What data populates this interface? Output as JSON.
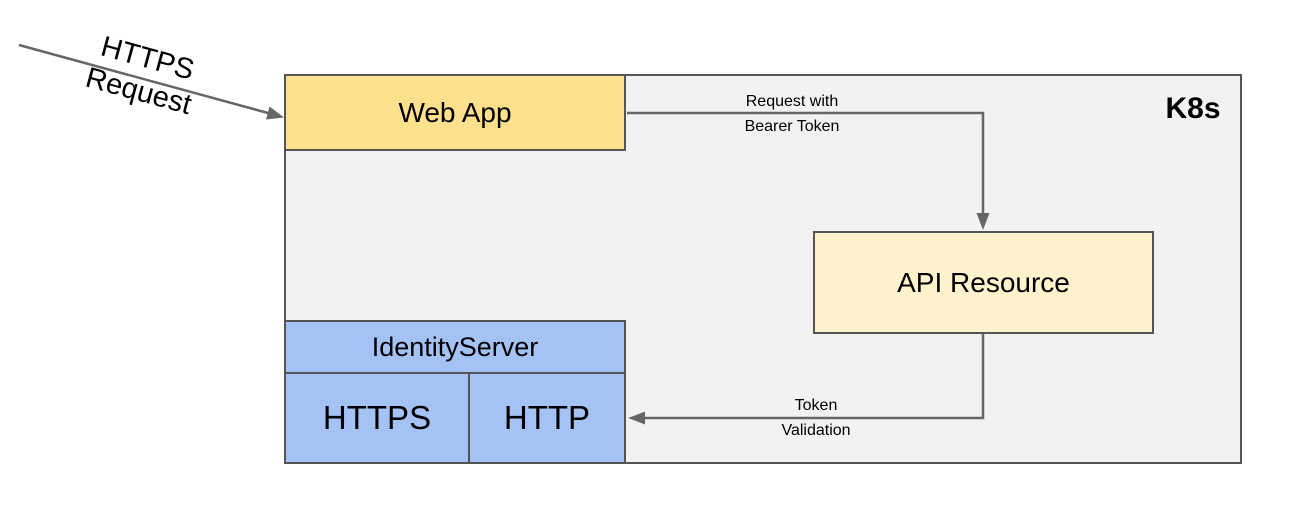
{
  "diagram": {
    "container": {
      "label": "K8s"
    },
    "nodes": {
      "web_app": {
        "label": "Web App"
      },
      "api_resource": {
        "label": "API Resource"
      },
      "identity_server": {
        "label": "IdentityServer"
      },
      "https_endpoint": {
        "label": "HTTPS"
      },
      "http_endpoint": {
        "label": "HTTP"
      }
    },
    "edges": {
      "https_request": {
        "from": "external",
        "to": "web_app",
        "label_line1": "HTTPS",
        "label_line2": "Request"
      },
      "bearer_token": {
        "from": "web_app",
        "to": "api_resource",
        "label_line1": "Request with",
        "label_line2": "Bearer Token"
      },
      "token_validation": {
        "from": "api_resource",
        "to": "http_endpoint",
        "label_line1": "Token",
        "label_line2": "Validation"
      }
    },
    "colors": {
      "web_app_fill": "#FFE08C",
      "api_fill": "#FFF2CC",
      "identity_fill": "#A4C2F4",
      "container_fill": "#F2F2F2",
      "border_color": "#555555",
      "arrow_color": "#666666",
      "text_color": "#000000"
    }
  }
}
